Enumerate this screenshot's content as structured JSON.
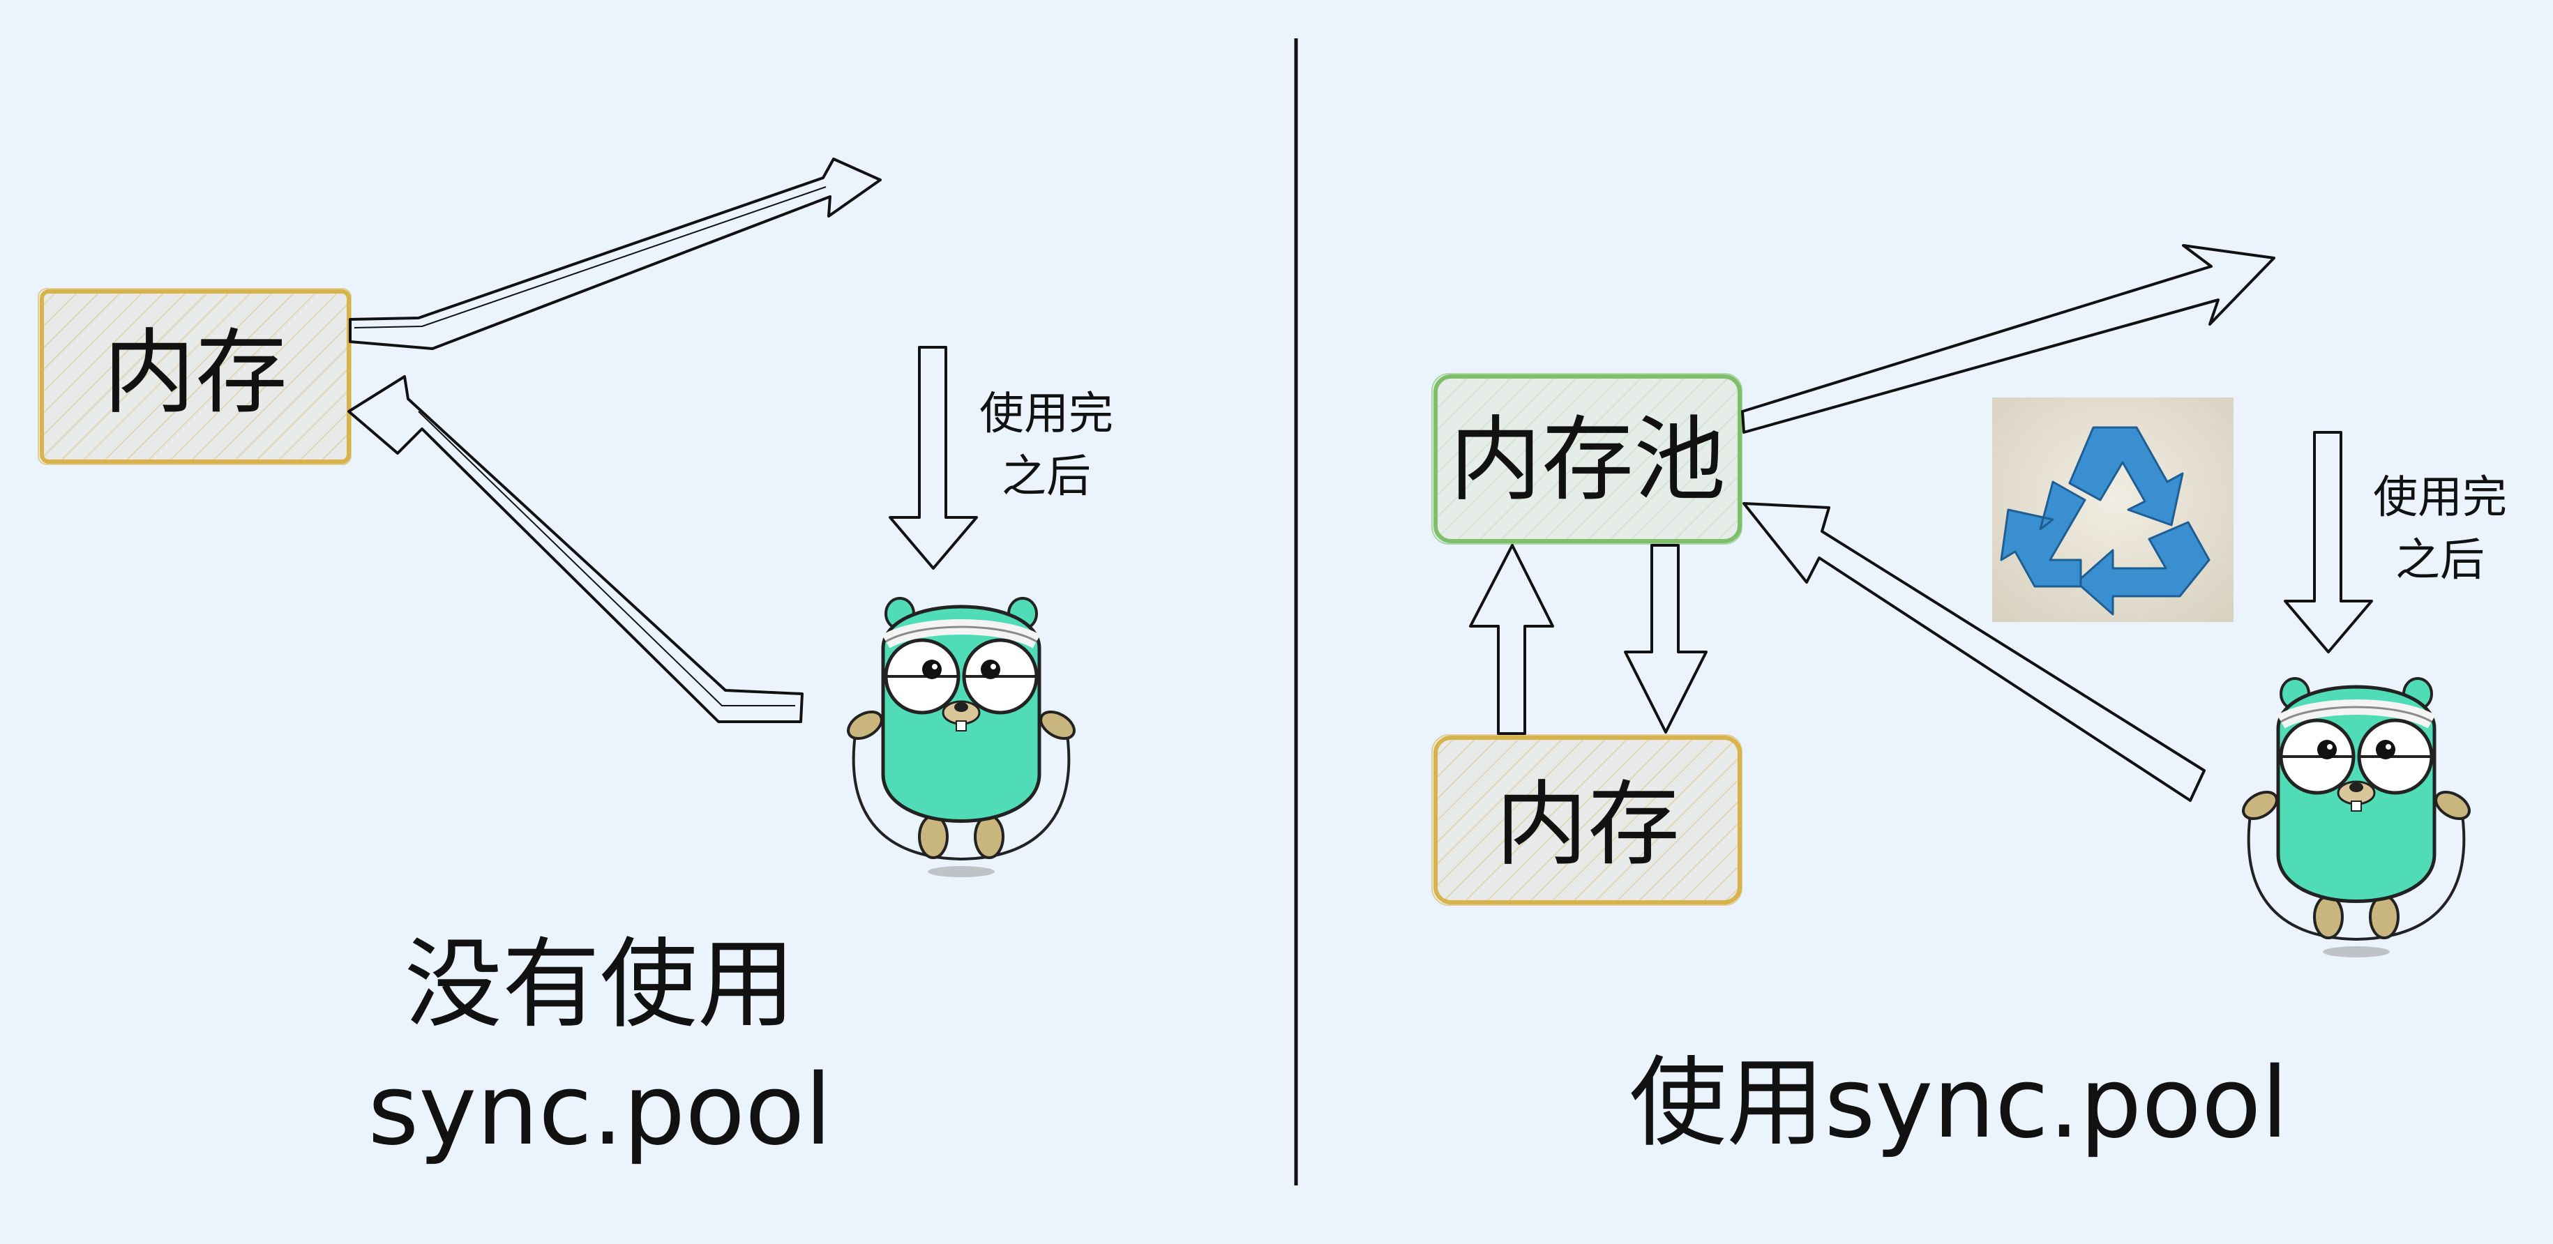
{
  "background": "#ebf4fd",
  "colors": {
    "memory_box_fill": "#e7eaec",
    "memory_box_border": "#d8b24a",
    "pool_box_fill": "#e5ede8",
    "pool_box_border": "#7fbf6a",
    "gopher_body": "#4fdcb6",
    "recycle_blue": "#3a8fd0",
    "recycle_bg": "#e6e1d3",
    "stroke": "#111111"
  },
  "left": {
    "memory_label": "内存",
    "after_use_line1": "使用完",
    "after_use_line2": "之后",
    "caption_line1": "没有使用",
    "caption_line2": "sync.pool"
  },
  "right": {
    "pool_label": "内存池",
    "memory_label": "内存",
    "after_use_line1": "使用完",
    "after_use_line2": "之后",
    "caption": "使用sync.pool",
    "recycle_icon": "recycle-icon"
  },
  "icons": {
    "gopher": "gopher-mascot-icon",
    "arrow": "hand-drawn-arrow-icon"
  }
}
